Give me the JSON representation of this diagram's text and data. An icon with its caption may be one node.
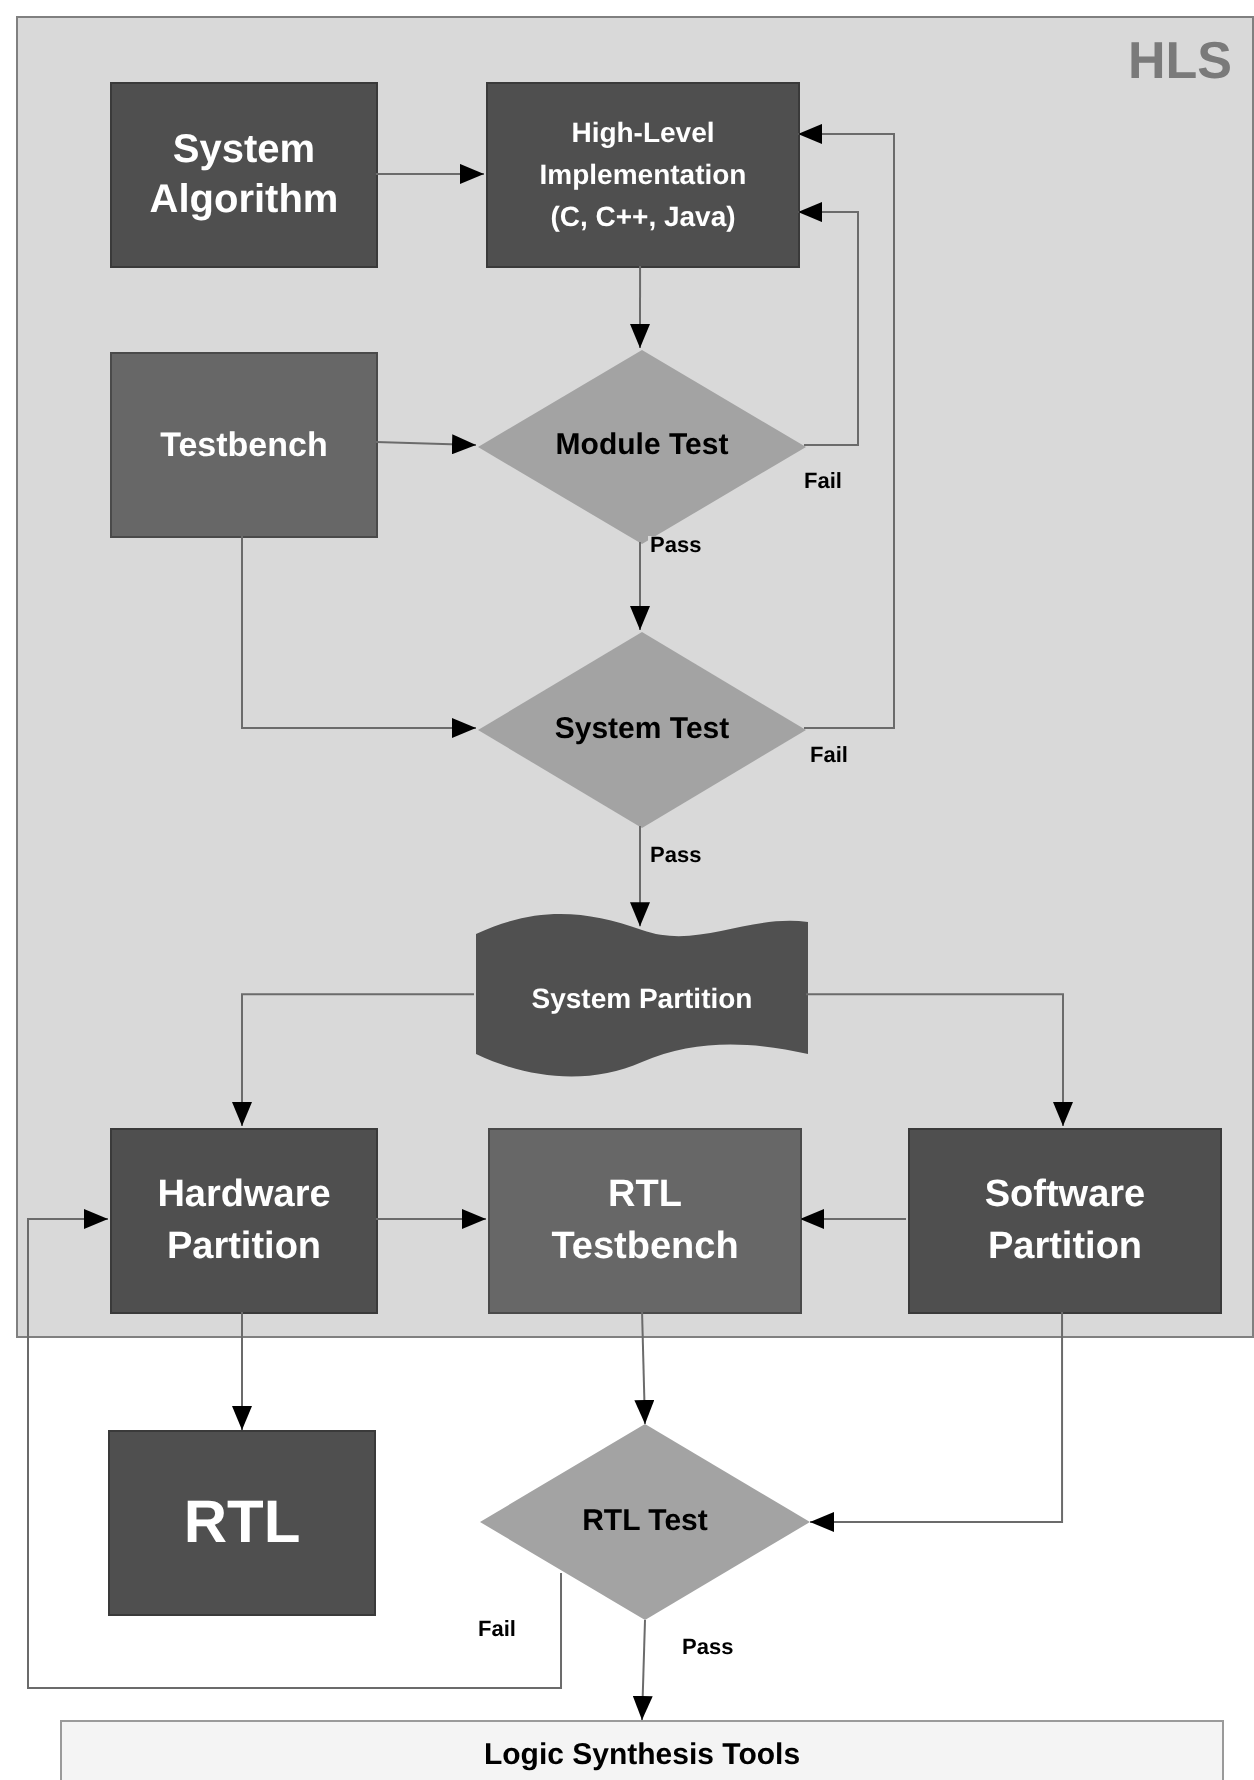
{
  "diagram": {
    "nodes": [
      {
        "text": [
          "HLS"
        ]
      },
      {
        "text": [
          "System Algorithm"
        ],
        "in": 0
      },
      {
        "text": [
          "High-Level Implementation (C, C++, Java)"
        ],
        "in": 0
      },
      {
        "text": [
          "Testbench"
        ],
        "in": 0
      },
      {
        "text": [
          "Module Test"
        ],
        "in": 0
      },
      {
        "text": [
          "System Test"
        ],
        "in": 0
      },
      {
        "text": [
          "System Partition"
        ],
        "in": 0
      },
      {
        "text": [
          "Hardware Partition"
        ],
        "in": 0
      },
      {
        "text": [
          "RTL Testbench"
        ],
        "in": 0
      },
      {
        "text": [
          "Software Partition"
        ],
        "in": 0
      },
      {
        "text": [
          "RTL"
        ]
      },
      {
        "text": [
          "RTL Test"
        ]
      },
      {
        "text": [
          "Logic Synthesis Tools"
        ]
      }
    ],
    "edges": [
      {
        "from": 1,
        "to": 2,
        "arrow": "to"
      },
      {
        "from": 2,
        "to": 4,
        "arrow": "to"
      },
      {
        "from": 3,
        "to": 4,
        "arrow": "to"
      },
      {
        "from": 4,
        "to": 2,
        "arrow": "to",
        "label": "Fail"
      },
      {
        "from": 4,
        "to": 5,
        "arrow": "to",
        "label": "Pass"
      },
      {
        "from": 3,
        "to": 5,
        "arrow": "to"
      },
      {
        "from": 5,
        "to": 2,
        "arrow": "to",
        "label": "Fail"
      },
      {
        "from": 5,
        "to": 6,
        "arrow": "to",
        "label": "Pass"
      },
      {
        "from": 6,
        "to": 7,
        "arrow": "to"
      },
      {
        "from": 6,
        "to": 9,
        "arrow": "to"
      },
      {
        "from": 7,
        "to": 8,
        "arrow": "to"
      },
      {
        "from": 9,
        "to": 8,
        "arrow": "to"
      },
      {
        "from": 7,
        "to": 10,
        "arrow": "to"
      },
      {
        "from": 8,
        "to": 11,
        "arrow": "to"
      },
      {
        "from": 9,
        "to": 11,
        "arrow": "to"
      },
      {
        "from": 11,
        "to": 7,
        "arrow": "to",
        "label": "Fail"
      },
      {
        "from": 11,
        "to": 12,
        "arrow": "to",
        "label": "Pass"
      }
    ]
  }
}
